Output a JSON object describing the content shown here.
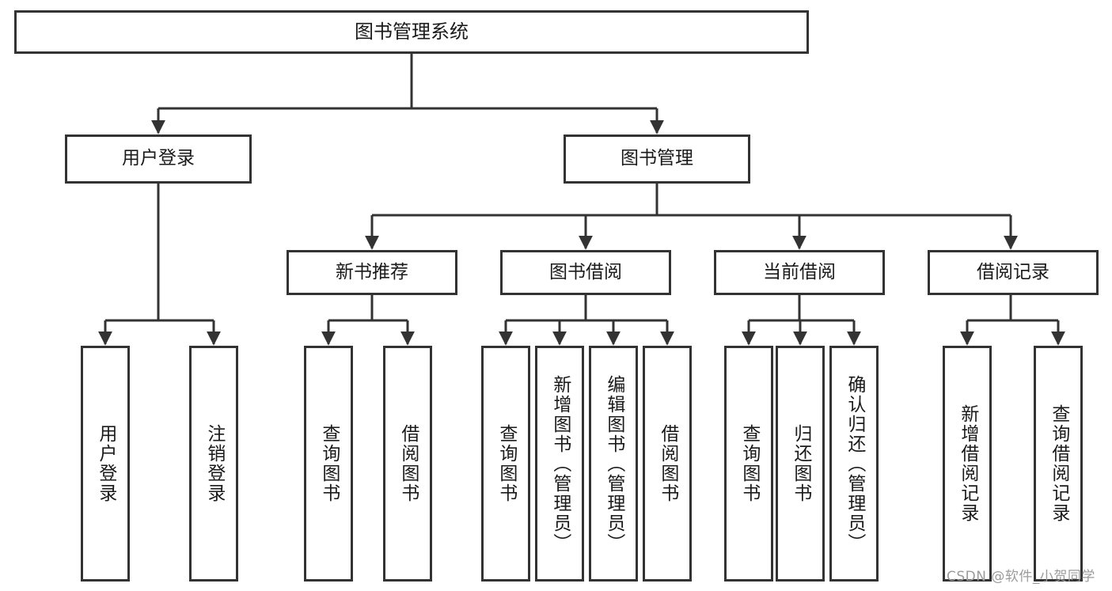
{
  "diagram": {
    "type": "hierarchy-tree",
    "title": "图书管理系统",
    "root": {
      "label": "图书管理系统"
    },
    "level2": [
      {
        "label": "用户登录"
      },
      {
        "label": "图书管理"
      }
    ],
    "level3": [
      {
        "label": "新书推荐"
      },
      {
        "label": "图书借阅"
      },
      {
        "label": "当前借阅"
      },
      {
        "label": "借阅记录"
      }
    ],
    "leaves": {
      "user_login": [
        {
          "label": "用户登录"
        },
        {
          "label": "注销登录"
        }
      ],
      "new_book_recommend": [
        {
          "label": "查询图书"
        },
        {
          "label": "借阅图书"
        }
      ],
      "book_borrow": [
        {
          "label": "查询图书"
        },
        {
          "label": "新增图书（管理员）"
        },
        {
          "label": "编辑图书（管理员）"
        },
        {
          "label": "借阅图书"
        }
      ],
      "current_borrow": [
        {
          "label": "查询图书"
        },
        {
          "label": "归还图书"
        },
        {
          "label": "确认归还（管理员）"
        }
      ],
      "borrow_record": [
        {
          "label": "新增借阅记录"
        },
        {
          "label": "查询借阅记录"
        }
      ]
    }
  },
  "watermark": {
    "text": "CSDN @软件_小贺同学"
  },
  "colors": {
    "stroke": "#333333",
    "fill": "#ffffff",
    "text": "#1a1a1a",
    "watermark": "#9b9b9b"
  }
}
